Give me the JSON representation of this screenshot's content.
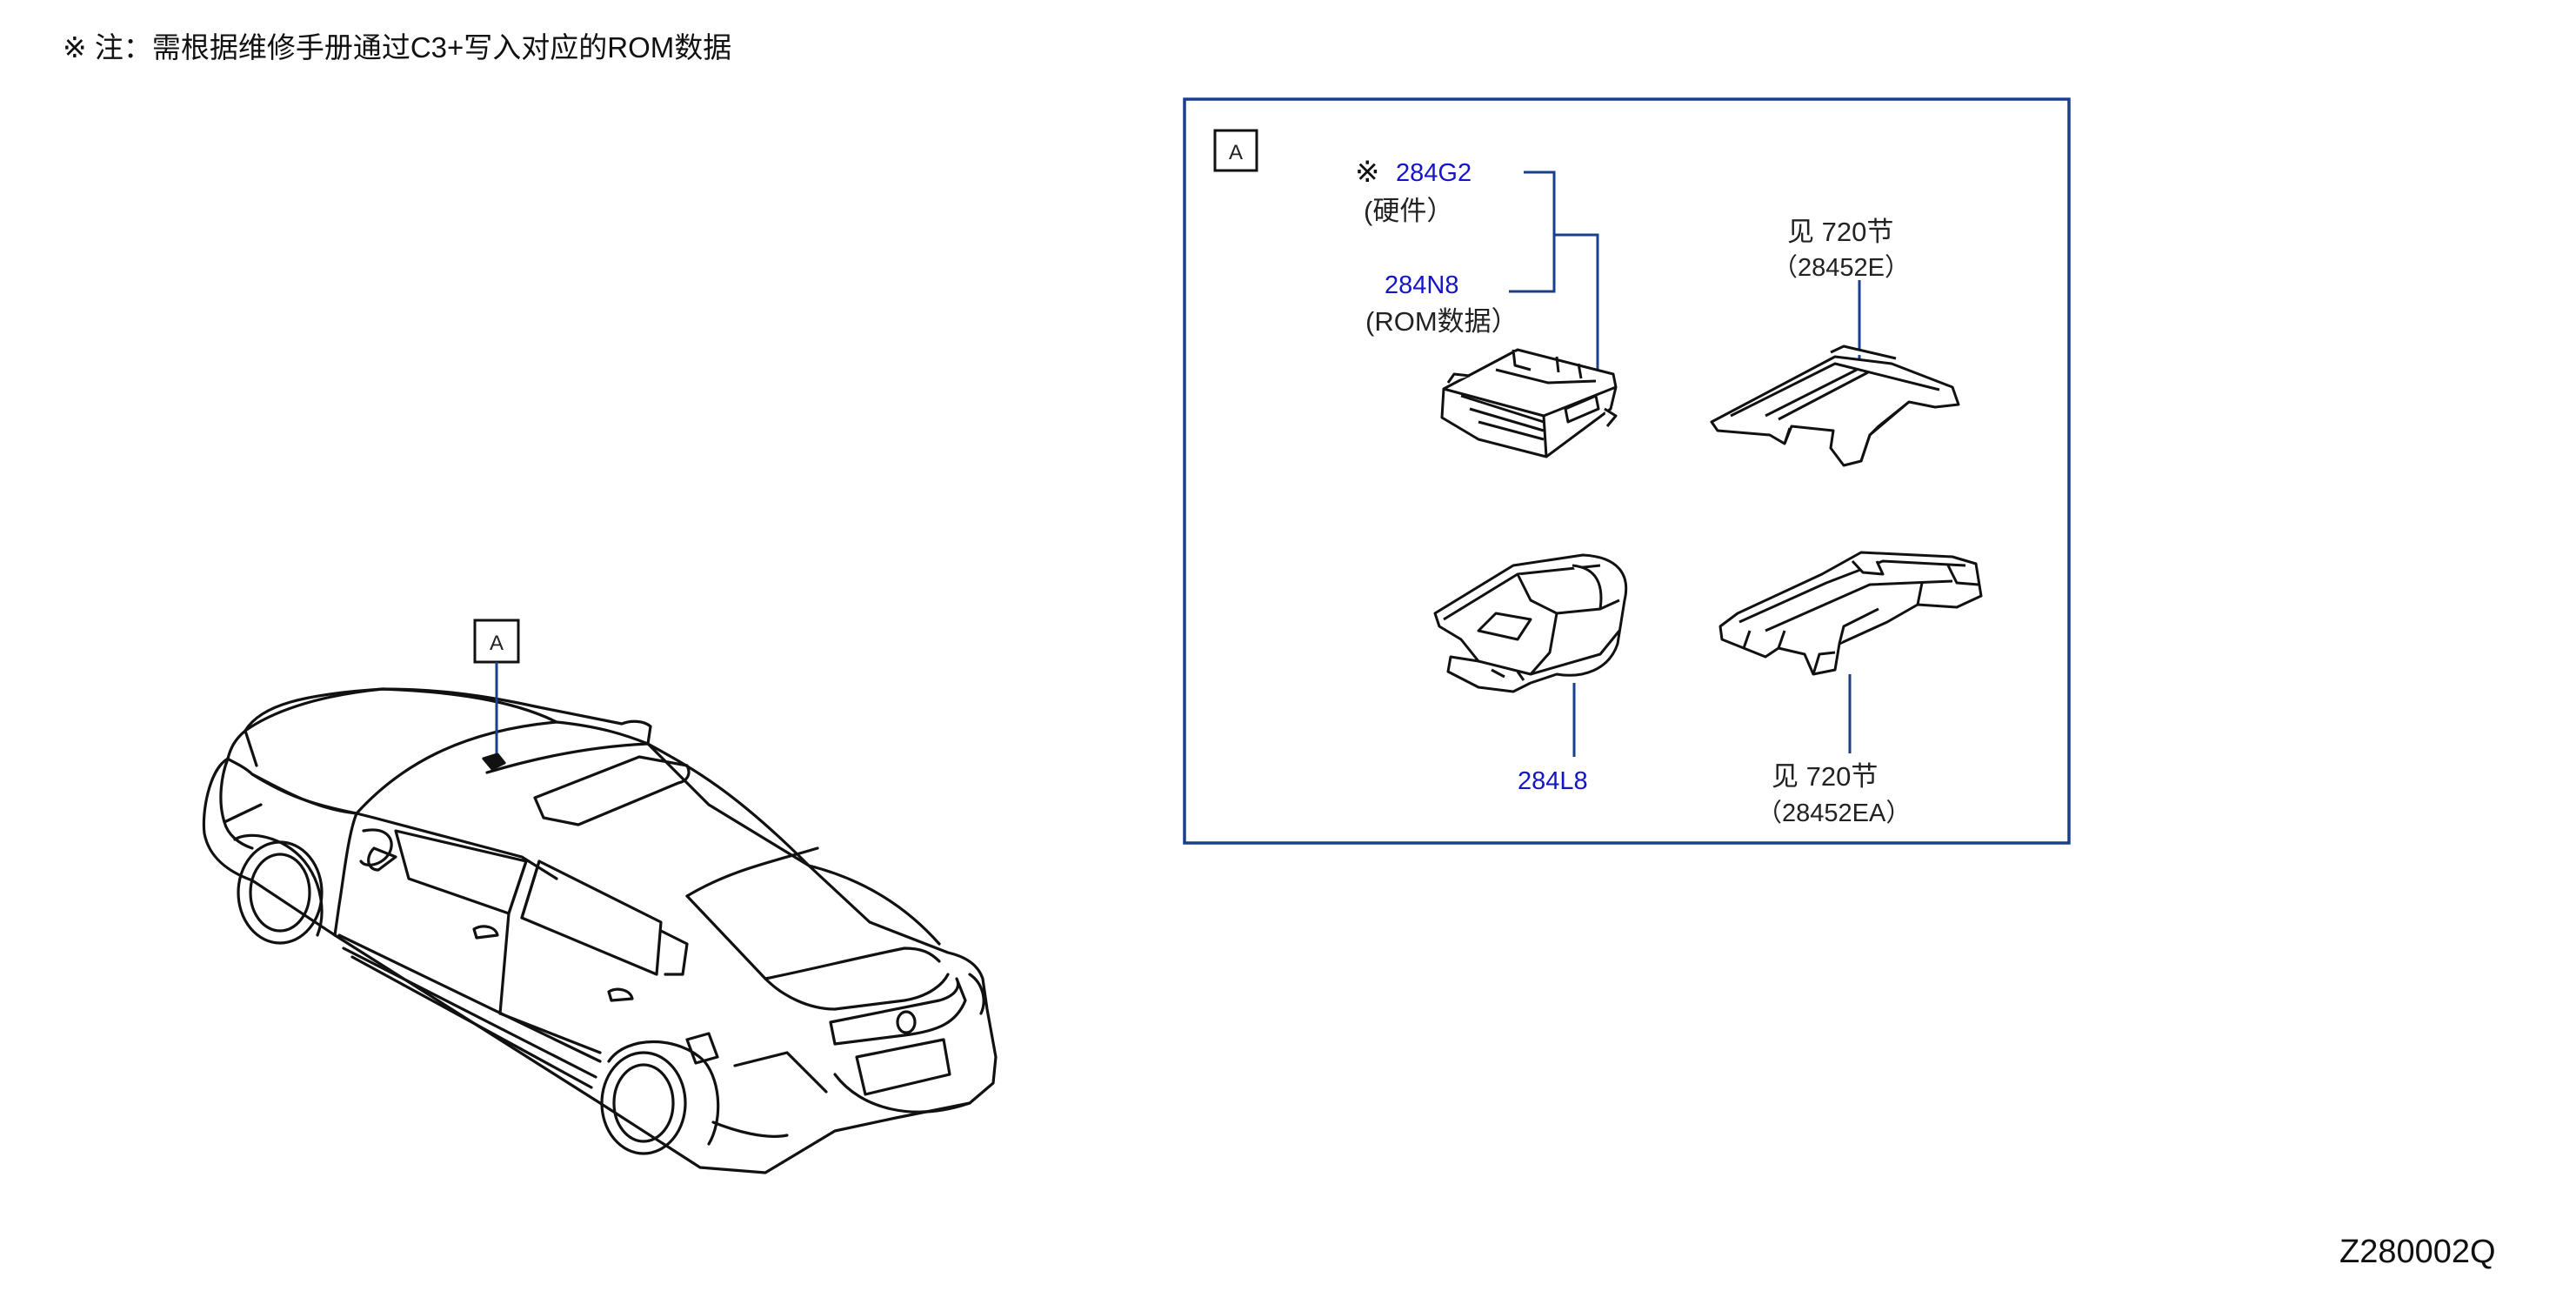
{
  "note": {
    "text": "※ 注：需根据维修手册通过C3+写入对应的ROM数据"
  },
  "figure_code": "Z280002Q",
  "colors": {
    "line": "#111111",
    "callout": "#1a3f8f",
    "part_number": "#1515c8",
    "text": "#222222"
  },
  "car_view": {
    "label_box": "A"
  },
  "detail_box": {
    "label_box": "A",
    "parts": {
      "p284G2": {
        "marker": "※",
        "number": "284G2",
        "desc": "(硬件）"
      },
      "p284N8": {
        "number": "284N8",
        "desc": "(ROM数据）"
      },
      "p28452E": {
        "ref": "见 720节",
        "number": "（28452E）"
      },
      "p284L8": {
        "number": "284L8"
      },
      "p28452EA": {
        "ref": "见 720节",
        "number": "（28452EA）"
      }
    }
  }
}
